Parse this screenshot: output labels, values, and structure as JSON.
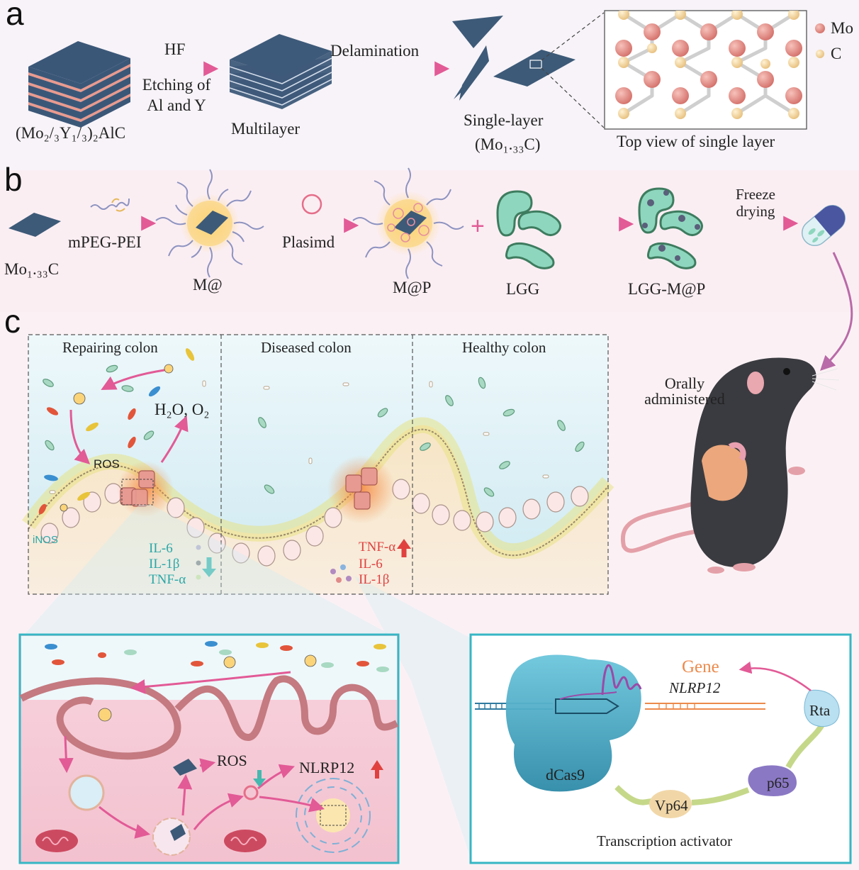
{
  "panel_a": {
    "letter": "a",
    "precursor": "(Mo₂/₃Y₁/₃)₂AlC",
    "arrow1_top": "HF",
    "arrow1_bottom": "Etching of Al and Y",
    "multilayer": "Multilayer",
    "arrow2": "Delamination",
    "single_layer": "Single-layer",
    "single_formula": "(Mo₁.₃₃C)",
    "top_view": "Top view of single layer",
    "legend_mo": "Mo",
    "legend_c": "C",
    "colors": {
      "mo": "#e48c86",
      "c": "#f0d49a",
      "sheet": "#3d5a78"
    }
  },
  "panel_b": {
    "letter": "b",
    "material": "Mo₁.₃₃C",
    "reagent": "mPEG-PEI",
    "m_at": "M@",
    "plasmid": "Plasimd",
    "m_at_p": "M@P",
    "plus": "+",
    "lgg": "LGG",
    "lgg_map": "LGG-M@P",
    "freeze": "Freeze drying",
    "colors": {
      "lgg": "#8ed6be",
      "arrow": "#e25a96"
    }
  },
  "panel_c": {
    "letter": "c",
    "repairing": "Repairing colon",
    "diseased": "Diseased colon",
    "healthy": "Healthy colon",
    "h2o_o2": "H₂O, O₂",
    "ros": "ROS",
    "inos": "iNOS",
    "down_list": [
      "IL-6",
      "IL-1β",
      "TNF-α"
    ],
    "up_list": [
      "TNF-α",
      "IL-6",
      "IL-1β"
    ],
    "oral": "Orally administered"
  },
  "panel_d": {
    "ros": "ROS",
    "nlrp12": "NLRP12"
  },
  "panel_e": {
    "gene": "Gene",
    "gene_name": "NLRP12",
    "rta": "Rta",
    "p65": "p65",
    "vp64": "Vp64",
    "dcas9": "dCas9",
    "caption": "Transcription activator"
  }
}
